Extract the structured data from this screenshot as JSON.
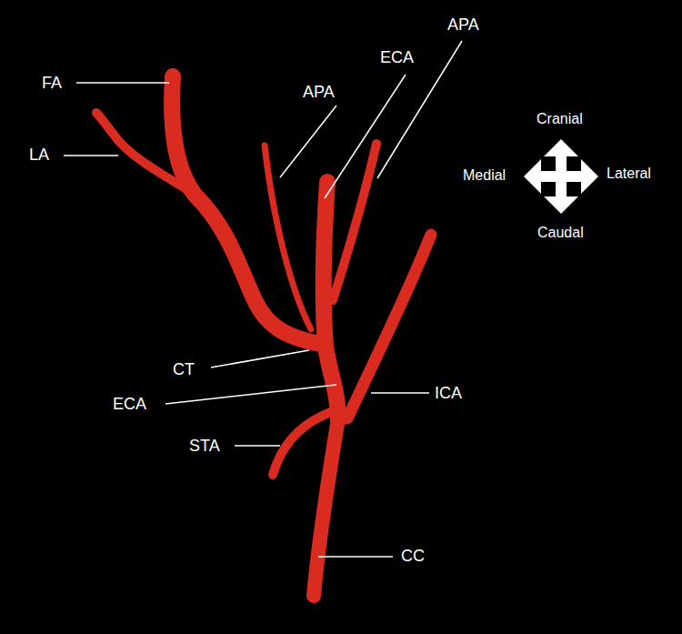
{
  "diagram": {
    "labels": [
      "FA",
      "LA",
      "APA",
      "ECA",
      "APA",
      "Cranial",
      "Medial",
      "Lateral",
      "Caudal",
      "CT",
      "ECA",
      "ICA",
      "STA",
      "CC"
    ]
  }
}
